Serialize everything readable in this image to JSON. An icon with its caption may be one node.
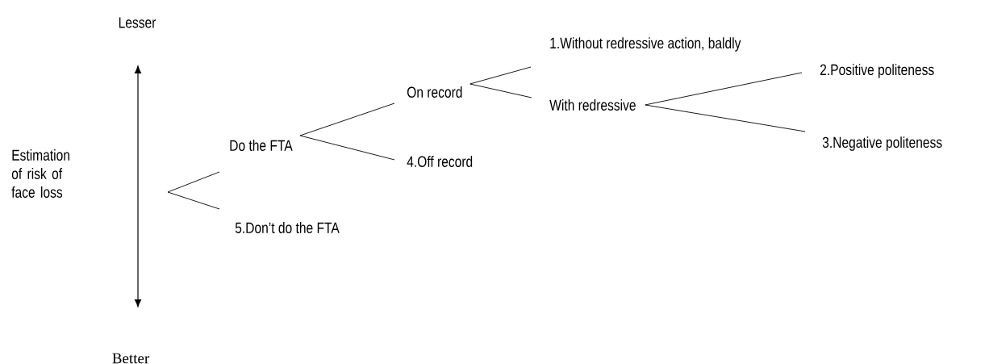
{
  "diagram": {
    "nodes": [
      {
        "text": [
          "Do the FTA"
        ]
      },
      {
        "text": [
          "5.Don’t do the FTA"
        ]
      },
      {
        "text": [
          "On record"
        ]
      },
      {
        "text": [
          "4.Off record"
        ]
      },
      {
        "text": [
          "1.Without redressive action, baldly"
        ]
      },
      {
        "text": [
          "With redressive"
        ]
      },
      {
        "text": [
          "2.Positive politeness"
        ]
      },
      {
        "text": [
          "3.Negative politeness"
        ]
      }
    ],
    "edges": [
      {
        "from": null,
        "to": 0,
        "arrow": "none"
      },
      {
        "from": null,
        "to": 1,
        "arrow": "none"
      },
      {
        "from": 0,
        "to": 2,
        "arrow": "none"
      },
      {
        "from": 0,
        "to": 3,
        "arrow": "none"
      },
      {
        "from": 2,
        "to": 4,
        "arrow": "none"
      },
      {
        "from": 2,
        "to": 5,
        "arrow": "none"
      },
      {
        "from": 5,
        "to": 6,
        "arrow": "none"
      },
      {
        "from": 5,
        "to": 7,
        "arrow": "none"
      }
    ],
    "labels": [
      "Lesser",
      "Estimation of risk of face loss",
      "Better"
    ]
  }
}
